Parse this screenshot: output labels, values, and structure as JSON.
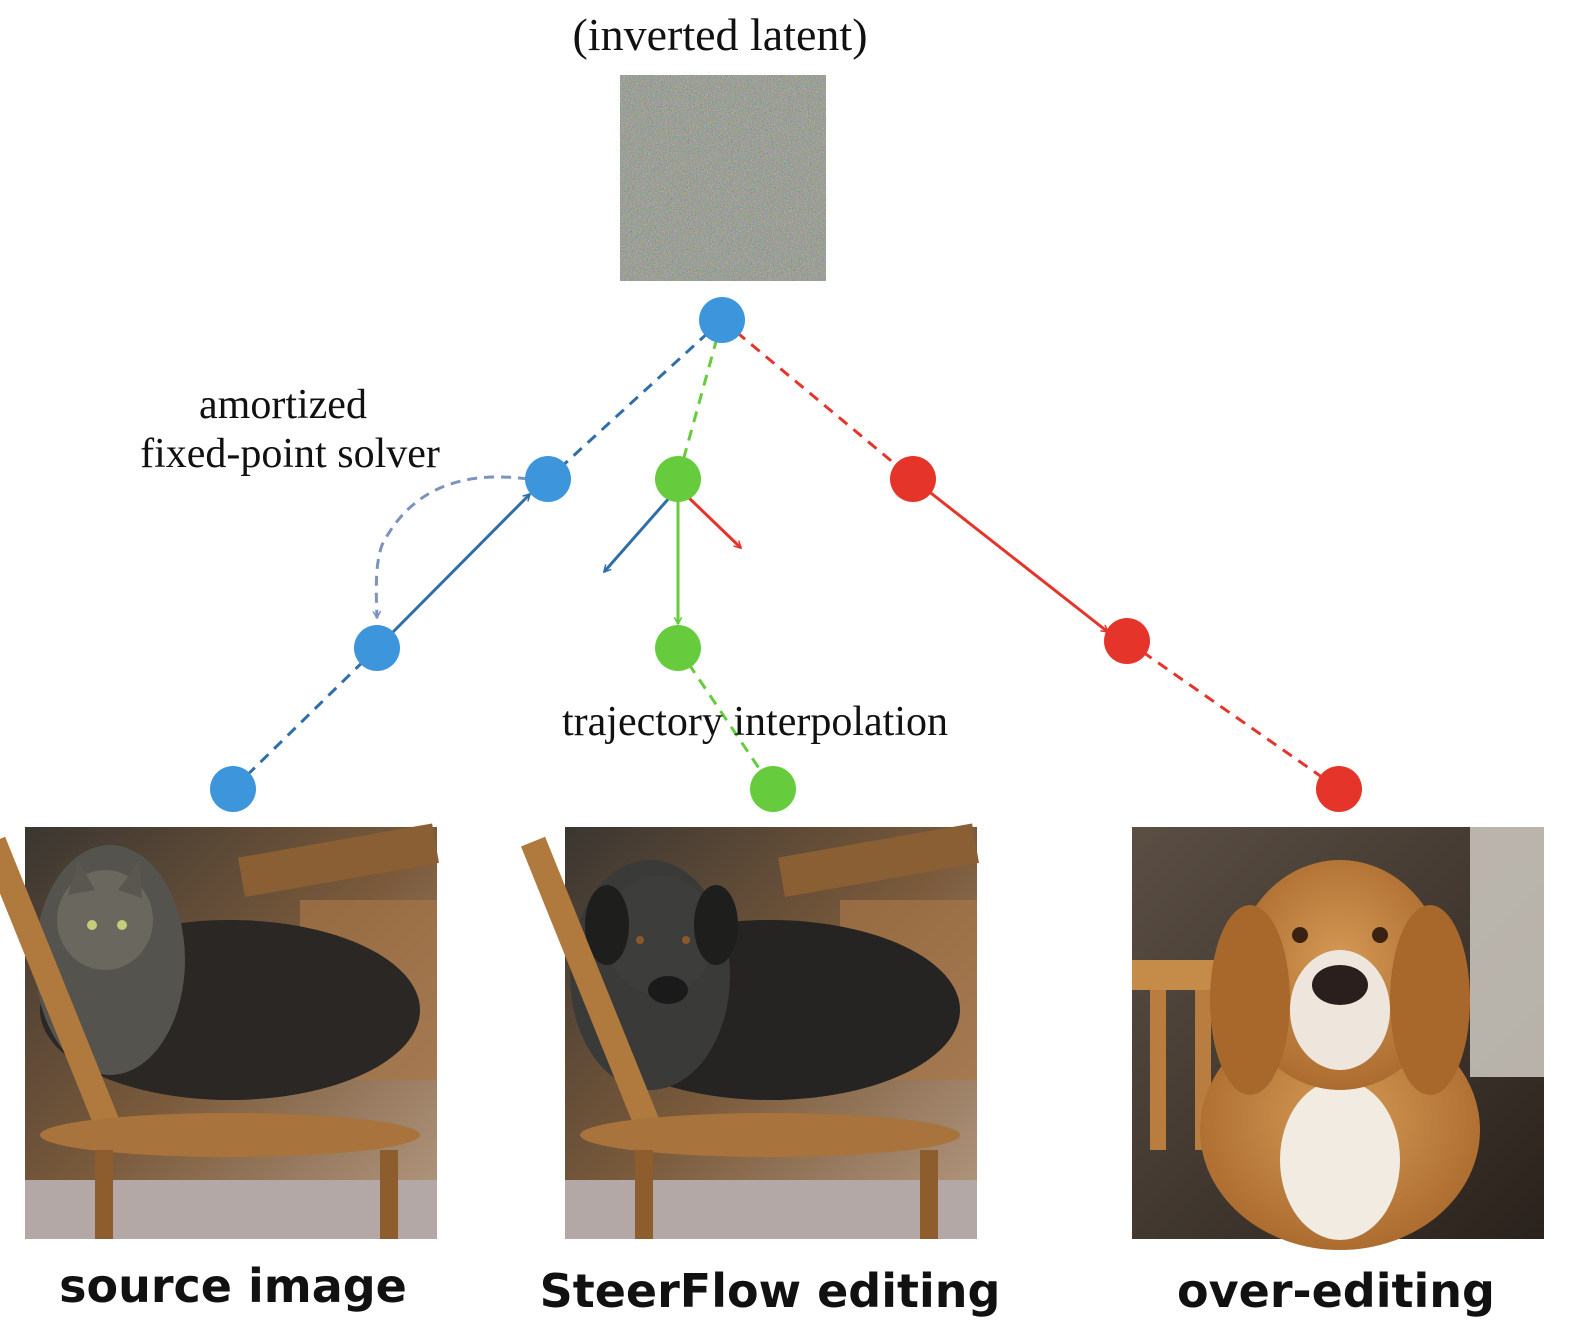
{
  "labels": {
    "inverted_latent": "(inverted latent)",
    "solver_line1": "amortized",
    "solver_line2": "fixed-point solver",
    "interpolation": "trajectory interpolation"
  },
  "captions": {
    "source": "source image",
    "steerflow": "SteerFlow editing",
    "overedit": "over-editing"
  },
  "colors": {
    "blue": "#3d96db",
    "blue_dark": "#2f6ea8",
    "blue_faded": "#7c93bd",
    "green": "#66cc3d",
    "red": "#e5352b"
  },
  "images": {
    "latent": "noise-texture",
    "source": "tabby cat lying on wooden chair",
    "steerflow": "black puppy lying on wooden chair",
    "overedit": "golden retriever sitting on chair"
  }
}
